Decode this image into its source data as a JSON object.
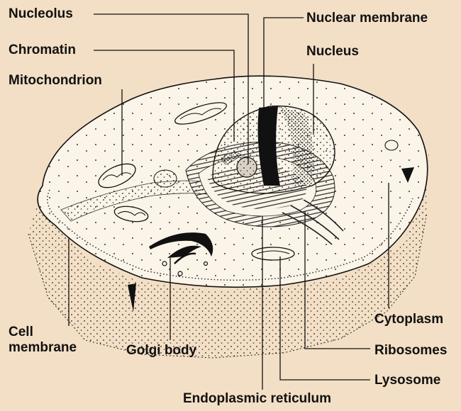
{
  "labels": {
    "nucleolus": "Nucleolus",
    "nuclear_membrane": "Nuclear membrane",
    "chromatin": "Chromatin",
    "nucleus": "Nucleus",
    "mitochondrion": "Mitochondrion",
    "cell": "Cell",
    "membrane": "membrane",
    "golgi_body": "Golgi body",
    "cytoplasm": "Cytoplasm",
    "ribosomes": "Ribosomes",
    "lysosome": "Lysosome",
    "endoplasmic_reticulum": "Endoplasmic reticulum"
  },
  "colors": {
    "background": "#f3dfc5",
    "cell_fill": "#fbf4e8",
    "ink": "#111111"
  }
}
